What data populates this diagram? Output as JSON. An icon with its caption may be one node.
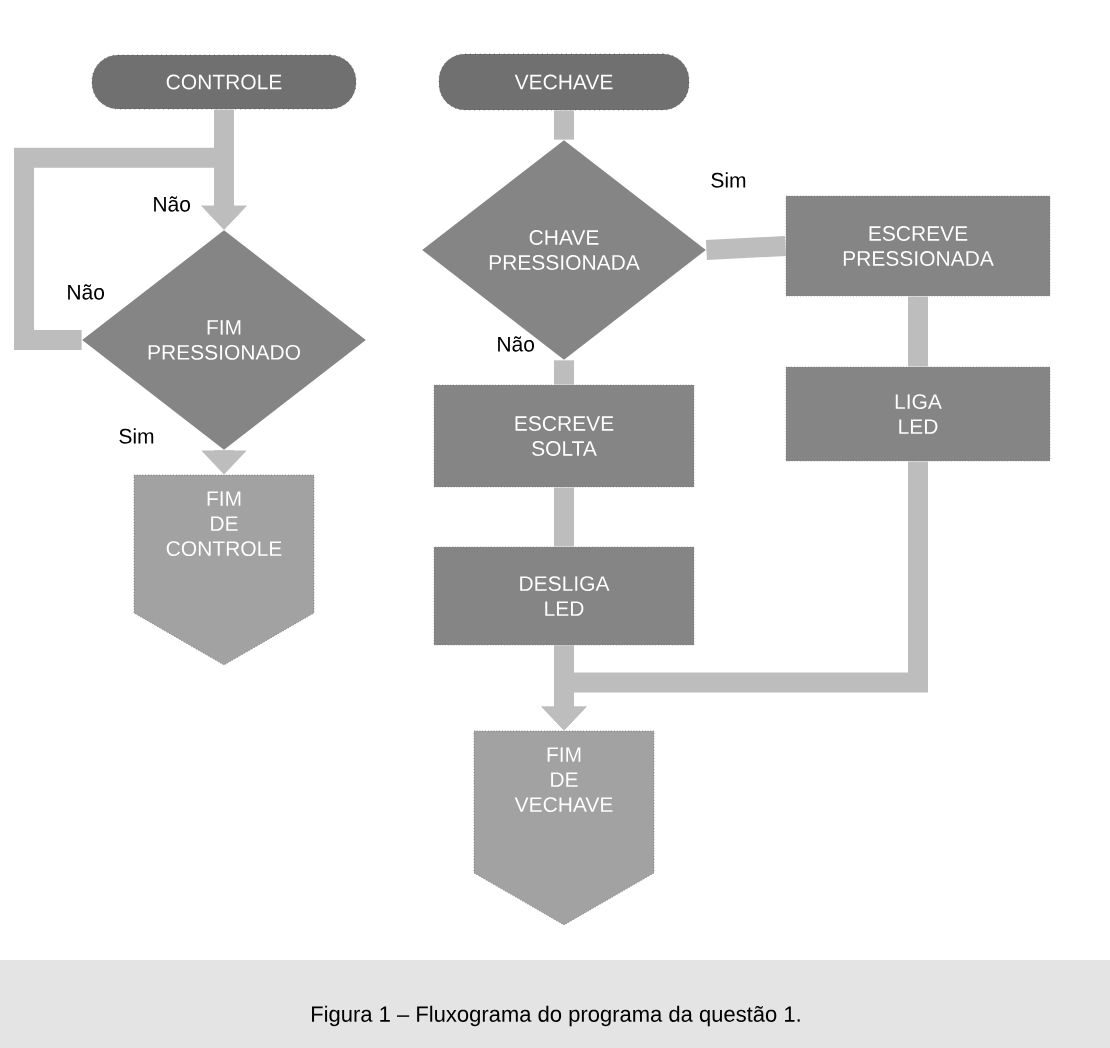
{
  "diagram": {
    "caption": "Figura 1 – Fluxograma do programa da questão 1.",
    "nodes": [
      {
        "text": [
          "CONTROLE"
        ]
      },
      {
        "text": [
          "FIM PRESSIONADO"
        ]
      },
      {
        "text": [
          "FIM DE CONTROLE"
        ]
      },
      {
        "text": [
          "VECHAVE"
        ]
      },
      {
        "text": [
          "CHAVE PRESSIONADA"
        ]
      },
      {
        "text": [
          "ESCREVE PRESSIONADA"
        ]
      },
      {
        "text": [
          "LIGA LED"
        ]
      },
      {
        "text": [
          "ESCREVE SOLTA"
        ]
      },
      {
        "text": [
          "DESLIGA LED"
        ]
      },
      {
        "text": [
          "FIM DE VECHAVE"
        ]
      }
    ],
    "edges": [
      {
        "from": 0,
        "to": 1,
        "arrow": "to"
      },
      {
        "from": 1,
        "to": 1,
        "arrow": "to",
        "label": "Não"
      },
      {
        "from": 1,
        "to": 2,
        "arrow": "to",
        "label": "Sim"
      },
      {
        "from": 3,
        "to": 4,
        "arrow": "none"
      },
      {
        "from": 4,
        "to": 5,
        "arrow": "none",
        "label": "Sim"
      },
      {
        "from": 5,
        "to": 6,
        "arrow": "none"
      },
      {
        "from": 4,
        "to": 7,
        "arrow": "none",
        "label": "Não"
      },
      {
        "from": 7,
        "to": 8,
        "arrow": "none"
      },
      {
        "from": 8,
        "to": 9,
        "arrow": "to"
      },
      {
        "from": 6,
        "to": 9,
        "arrow": "to"
      }
    ],
    "labels": [
      "Não"
    ]
  }
}
